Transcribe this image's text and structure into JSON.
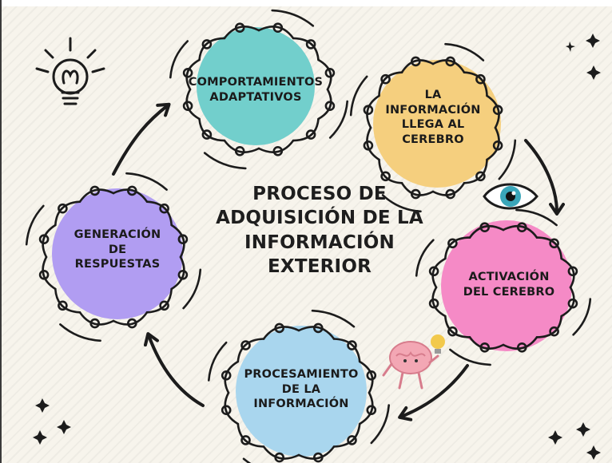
{
  "title_lines": [
    "PROCESO DE",
    "ADQUISICIÓN DE LA",
    "INFORMACIÓN",
    "EXTERIOR"
  ],
  "nodes": [
    {
      "id": "comportamientos",
      "lines": [
        "COMPORTAMIENTOS",
        "ADAPTATIVOS"
      ],
      "color": "#72cfcc"
    },
    {
      "id": "informacion",
      "lines": [
        "LA",
        "INFORMACIÓN",
        "LLEGA AL",
        "CEREBRO"
      ],
      "color": "#f5cf7e"
    },
    {
      "id": "activacion",
      "lines": [
        "ACTIVACIÓN",
        "DEL CEREBRO"
      ],
      "color": "#f58ac6"
    },
    {
      "id": "procesamiento",
      "lines": [
        "PROCESAMIENTO",
        "DE LA",
        "INFORMACIÓN"
      ],
      "color": "#a9d6ee"
    },
    {
      "id": "generacion",
      "lines": [
        "GENERACIÓN",
        "DE",
        "RESPUESTAS"
      ],
      "color": "#b19df2"
    }
  ],
  "icons": [
    "lightbulb-icon",
    "eye-icon",
    "brain-mascot-icon",
    "sparkle-icon"
  ],
  "colors": {
    "background": "#f7f4ec",
    "stroke": "#1c1c1c",
    "eye_iris": "#3aa6b9"
  }
}
